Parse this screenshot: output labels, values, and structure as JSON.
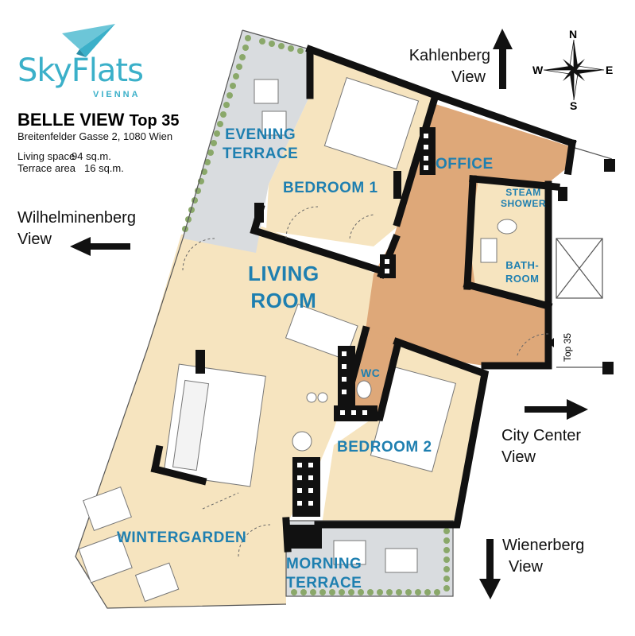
{
  "brand": {
    "name": "SkyFlats",
    "city": "VIENNA"
  },
  "apartment": {
    "name": "BELLE VIEW",
    "unit": "Top 35",
    "address": "Breitenfelder Gasse 2, 1080 Wien",
    "living_space_label": "Living space",
    "living_space_value": "94 sq.m.",
    "terrace_label": "Terrace area",
    "terrace_value": "16 sq.m."
  },
  "views": {
    "north": [
      "Kahlenberg",
      "View"
    ],
    "west": [
      "Wilhelminenberg",
      "View"
    ],
    "east": [
      "City Center",
      "View"
    ],
    "south": [
      "Wienerberg",
      "View"
    ]
  },
  "compass": {
    "n": "N",
    "s": "S",
    "e": "E",
    "w": "W"
  },
  "rooms": {
    "evening_terrace": [
      "EVENING",
      "TERRACE"
    ],
    "bedroom_1": "BEDROOM 1",
    "office": "OFFICE",
    "steam_shower": [
      "STEAM",
      "SHOWER"
    ],
    "bathroom": [
      "BATH-",
      "ROOM"
    ],
    "living_room": [
      "LIVING",
      "ROOM"
    ],
    "wc": "WC",
    "bedroom_2": "BEDROOM 2",
    "wintergarden": "WINTERGARDEN",
    "morning_terrace": [
      "MORNING",
      "TERRACE"
    ]
  },
  "entrance_label": "Top 35",
  "colors": {
    "floor_light": "#f6e4bf",
    "floor_accent": "#dea879",
    "terrace": "#d9dcdf",
    "wall": "#111111",
    "room_label": "#1e7fb0",
    "brand": "#3bb0c9",
    "hedge": "#8aa86a"
  }
}
